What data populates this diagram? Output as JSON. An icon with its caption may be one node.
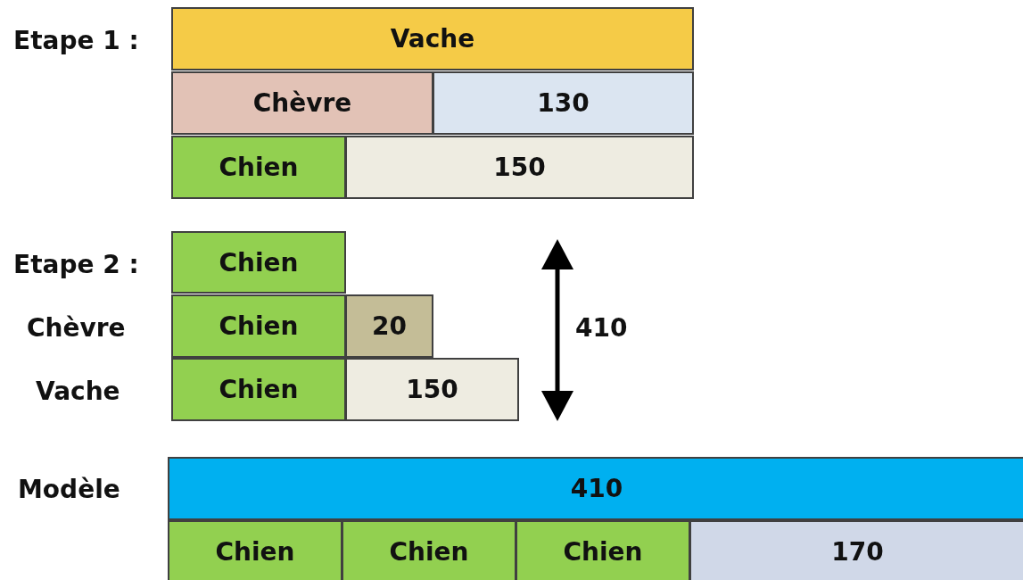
{
  "diagram": {
    "nodes": [
      {
        "text": [
          "Vache"
        ]
      },
      {
        "text": [
          "Chèvre"
        ]
      },
      {
        "text": [
          "130"
        ]
      },
      {
        "text": [
          "Chien"
        ]
      },
      {
        "text": [
          "150"
        ]
      },
      {
        "text": [
          "Chien"
        ]
      },
      {
        "text": [
          "Chien"
        ]
      },
      {
        "text": [
          "20"
        ]
      },
      {
        "text": [
          "Chien"
        ]
      },
      {
        "text": [
          "150"
        ]
      },
      {
        "text": [
          "410"
        ]
      },
      {
        "text": [
          "Chien"
        ]
      },
      {
        "text": [
          "Chien"
        ]
      },
      {
        "text": [
          "Chien"
        ]
      },
      {
        "text": [
          "170"
        ]
      }
    ],
    "edges": [],
    "labels": [
      "Etape 1 :",
      "Etape 2 :",
      "Chèvre",
      "410",
      "Vache",
      "Modèle"
    ]
  }
}
